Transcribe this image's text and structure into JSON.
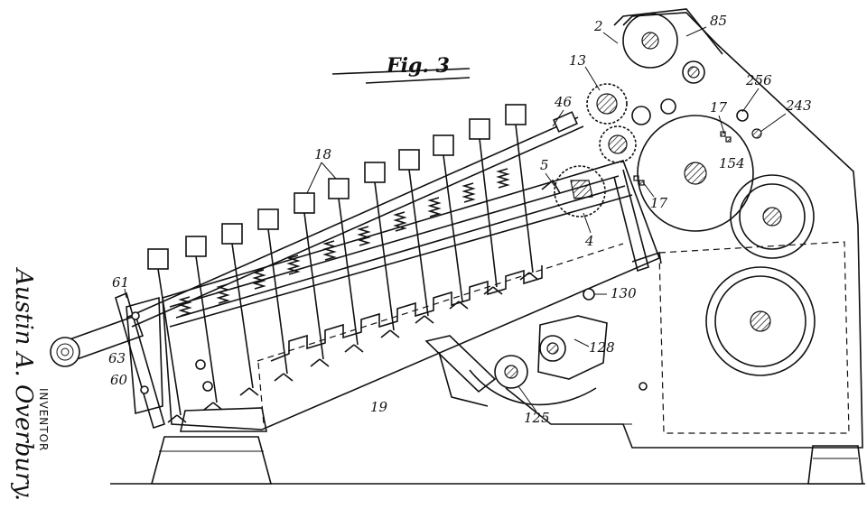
{
  "figure": {
    "title": "Fig. 3",
    "inventor_caption": "INVENTOR",
    "inventor_name": "Austin A. Overbury."
  },
  "labels": {
    "l2": "2",
    "l85": "85",
    "l13": "13",
    "l256": "256",
    "l243": "243",
    "l46": "46",
    "l17a": "17",
    "l17b": "17",
    "l154": "154",
    "l18": "18",
    "l5": "5",
    "l4": "4",
    "l61": "61",
    "l63": "63",
    "l60": "60",
    "l130": "130",
    "l128": "128",
    "l19": "19",
    "l125": "125"
  }
}
